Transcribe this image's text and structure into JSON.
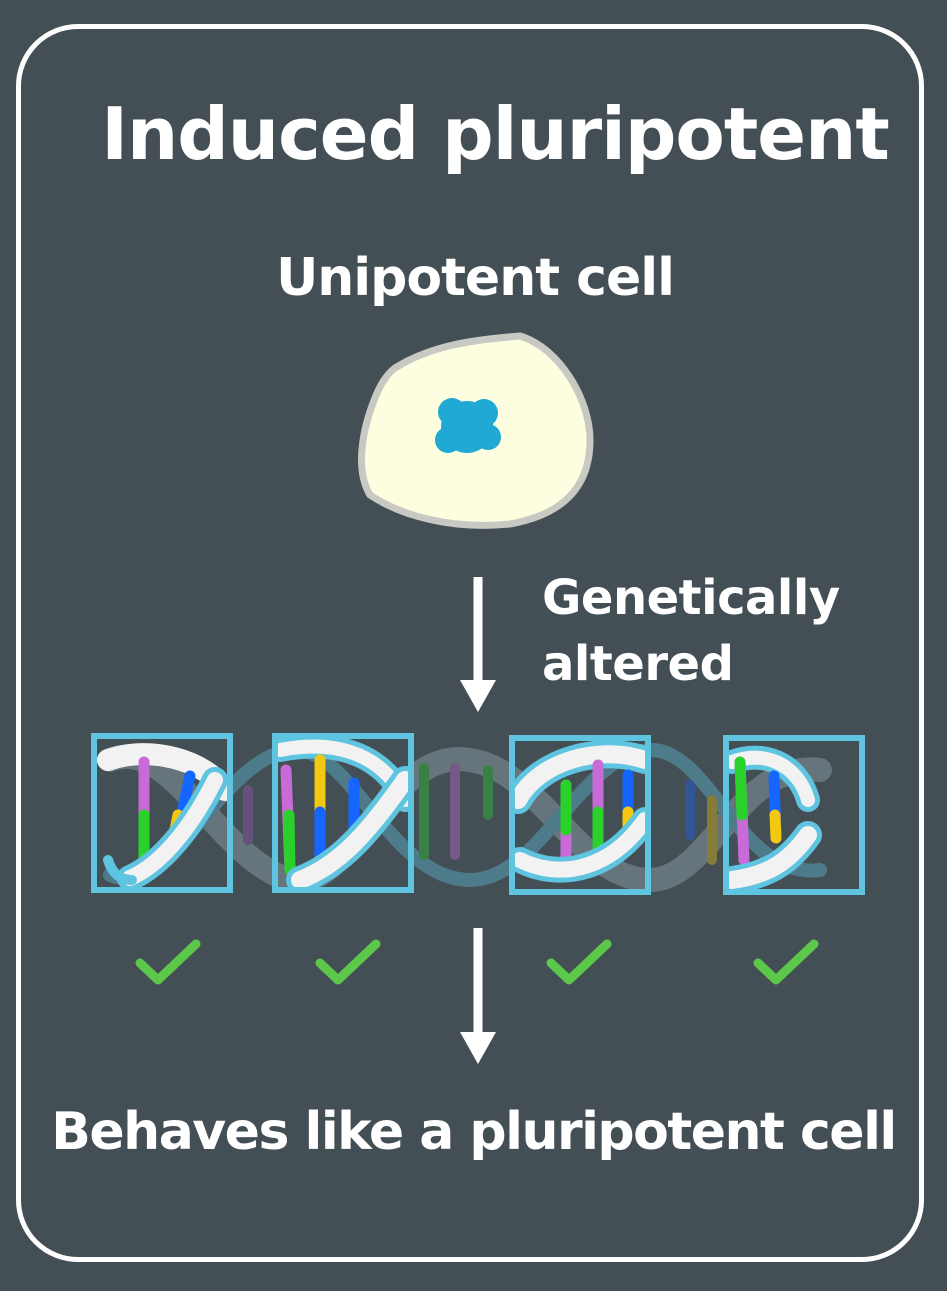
{
  "title": "Induced pluripotent",
  "subtitle": "Unipotent cell",
  "side_label": {
    "line1": "Genetically",
    "line2": "altered"
  },
  "bottom_label": "Behaves like a pluripotent cell",
  "colors": {
    "background": "#434e55",
    "frame": "#ffffff",
    "cell_fill": "#fdfde0",
    "cell_outline": "#c9c9c4",
    "nucleus": "#1fa9d3",
    "box": "#5fc4e0",
    "check": "#5cc84a",
    "helix": "#f2f2f2"
  },
  "icons": [
    "cell-icon",
    "dna-helix-icon",
    "arrow-down-icon",
    "check-icon"
  ]
}
